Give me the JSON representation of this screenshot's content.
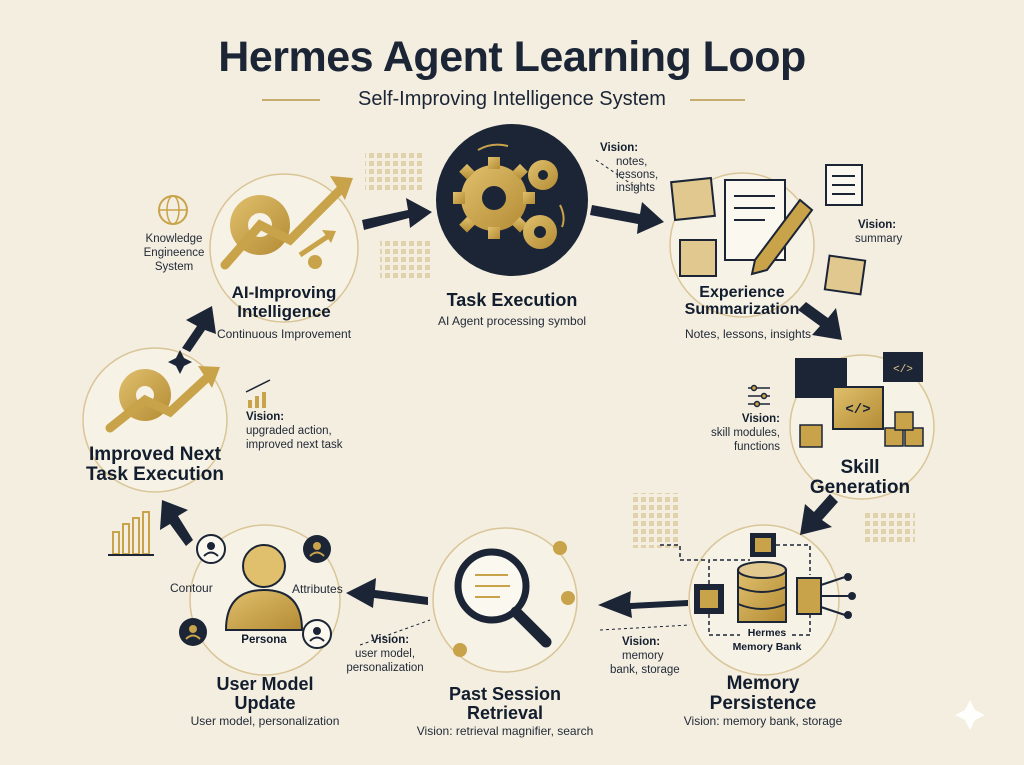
{
  "title": "Hermes Agent Learning Loop",
  "subtitle": "Self-Improving Intelligence System",
  "stages": {
    "task_execution": {
      "title": "Task Execution",
      "description": "AI Agent processing symbol"
    },
    "experience_summarization": {
      "title_line1": "Experience",
      "title_line2": "Summarization",
      "description": "Notes, lessons, insights",
      "vision_label": "Vision:",
      "vision_text_top": [
        "notes,",
        "lessons,",
        "insights"
      ],
      "vision_text_right": "summary"
    },
    "skill_generation": {
      "title_line1": "Skill",
      "title_line2": "Generation",
      "vision_label": "Vision:",
      "vision_text": [
        "skill modules,",
        "functions"
      ]
    },
    "memory_persistence": {
      "title_line1": "Memory",
      "title_line2": "Persistence",
      "description": "Vision: memory bank, storage",
      "bank_line1": "Hermes",
      "bank_line2": "Memory Bank",
      "vision_label": "Vision:",
      "vision_text": [
        "memory",
        "bank, storage"
      ]
    },
    "past_session_retrieval": {
      "title_line1": "Past Session",
      "title_line2": "Retrieval",
      "description": "Vision: retrieval magnifier, search"
    },
    "user_model_update": {
      "title_line1": "User Model",
      "title_line2": "Update",
      "description": "User model, personalization",
      "persona_label": "Persona",
      "contour_label": "Contour",
      "attributes_label": "Attributes",
      "vision_label": "Vision:",
      "vision_text": [
        "user model,",
        "personalization"
      ]
    },
    "improved_next_task": {
      "title_line1": "Improved Next",
      "title_line2": "Task Execution",
      "vision_label": "Vision:",
      "vision_text": [
        "upgraded action,",
        "improved next task"
      ]
    },
    "ai_improving": {
      "title_line1": "AI-Improving",
      "title_line2": "Intelligence",
      "description": "Continuous Improvement"
    }
  },
  "knowledge_system": [
    "Knowledge",
    "Engineence",
    "System"
  ],
  "colors": {
    "navy": "#1b2536",
    "gold": "#c9a34a",
    "gold_dark": "#9a7a2c",
    "background": "#f4eee0"
  }
}
